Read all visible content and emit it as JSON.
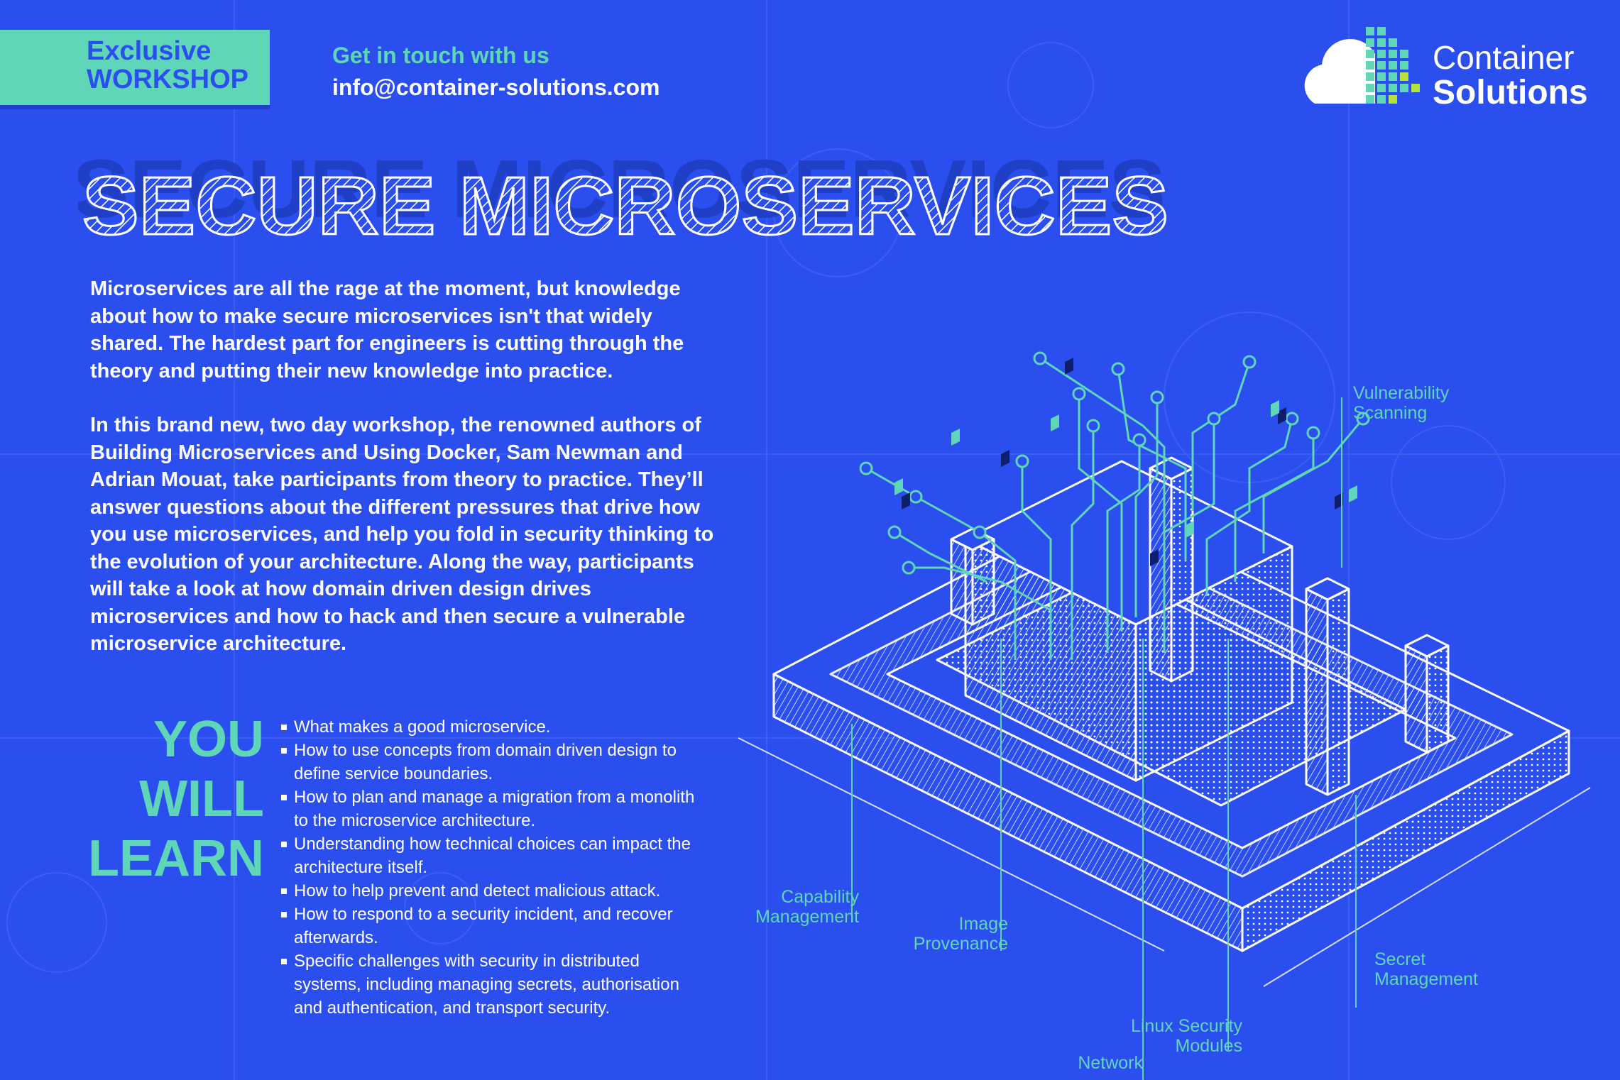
{
  "badge": {
    "line1": "Exclusive",
    "line2": "WORKSHOP"
  },
  "contact": {
    "label": "Get in touch with us",
    "email": "info@container-solutions.com"
  },
  "logo": {
    "line1": "Container",
    "line2": "Solutions"
  },
  "title": "SECURE MICROSERVICES",
  "intro": {
    "p1": "Microservices are all the rage at the moment, but knowledge about how to make secure microservices isn't that widely shared. The hardest part for engineers is cutting through the theory and putting their new knowledge into practice.",
    "p2": "In this brand new, two day workshop, the renowned authors of Building Microservices and Using Docker, Sam Newman and Adrian Mouat, take participants from theory to practice. They’ll answer questions about the different pressures that drive how you use microservices, and help you fold in security thinking to the evolution of your architecture. Along the way, participants will take a look at how domain driven design drives microservices and how to hack and then secure a vulnerable microservice architecture."
  },
  "you_will_learn": {
    "heading": [
      "YOU",
      "WILL",
      "LEARN"
    ],
    "items": [
      "What makes a good microservice.",
      "How to use concepts from domain driven design to define service boundaries.",
      "How to plan and manage a migration from a monolith to the microservice architecture.",
      "Understanding how technical choices can impact the architecture itself.",
      "How to help prevent and detect malicious attack.",
      "How to respond to a security incident, and recover afterwards.",
      "Specific challenges with security in distributed systems, including managing secrets, authorisation and authentication, and transport security."
    ]
  },
  "diagram_labels": {
    "vulnerability": [
      "Vulnerability",
      "Scanning"
    ],
    "capability": [
      "Capability",
      "Management"
    ],
    "image": [
      "Image",
      "Provenance"
    ],
    "secret": [
      "Secret",
      "Management"
    ],
    "linux": [
      "Linux Security",
      "Modules"
    ],
    "network": [
      "Network"
    ]
  },
  "colors": {
    "background": "#2b4fee",
    "accent": "#5fd6b8",
    "text": "#ffffff",
    "shadow": "#1f3fc7"
  }
}
